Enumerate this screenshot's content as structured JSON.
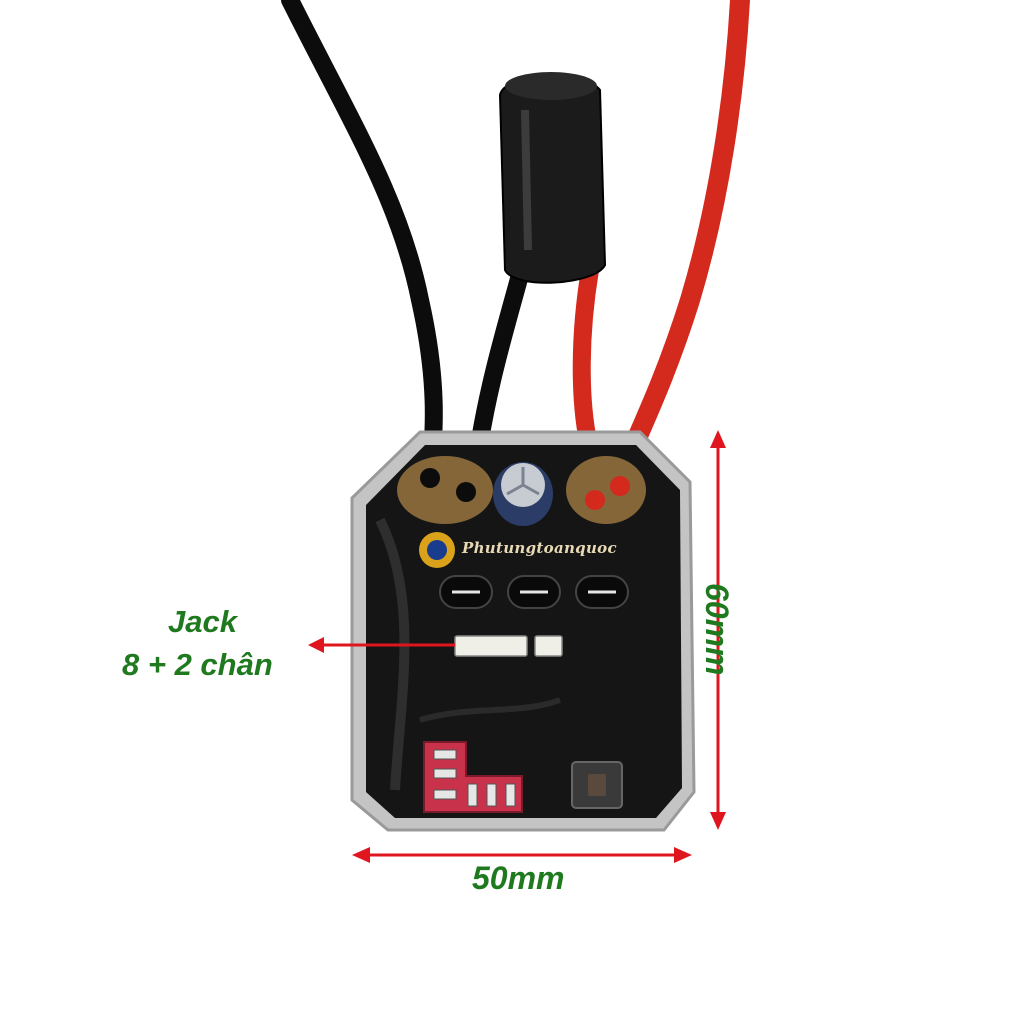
{
  "labels": {
    "jack_line1": "Jack",
    "jack_line2": "8 + 2 chân",
    "width": "50mm",
    "height": "60mm"
  },
  "watermark": {
    "text": "Phutungtoanquoc"
  },
  "colors": {
    "label_text": "#1f7a1f",
    "arrow": "#e0161e",
    "module_body": "#151515",
    "module_rim": "#bfbfbf",
    "wire_red": "#d42a1e",
    "wire_black": "#0c0c0c",
    "connector": "#c8324a"
  }
}
